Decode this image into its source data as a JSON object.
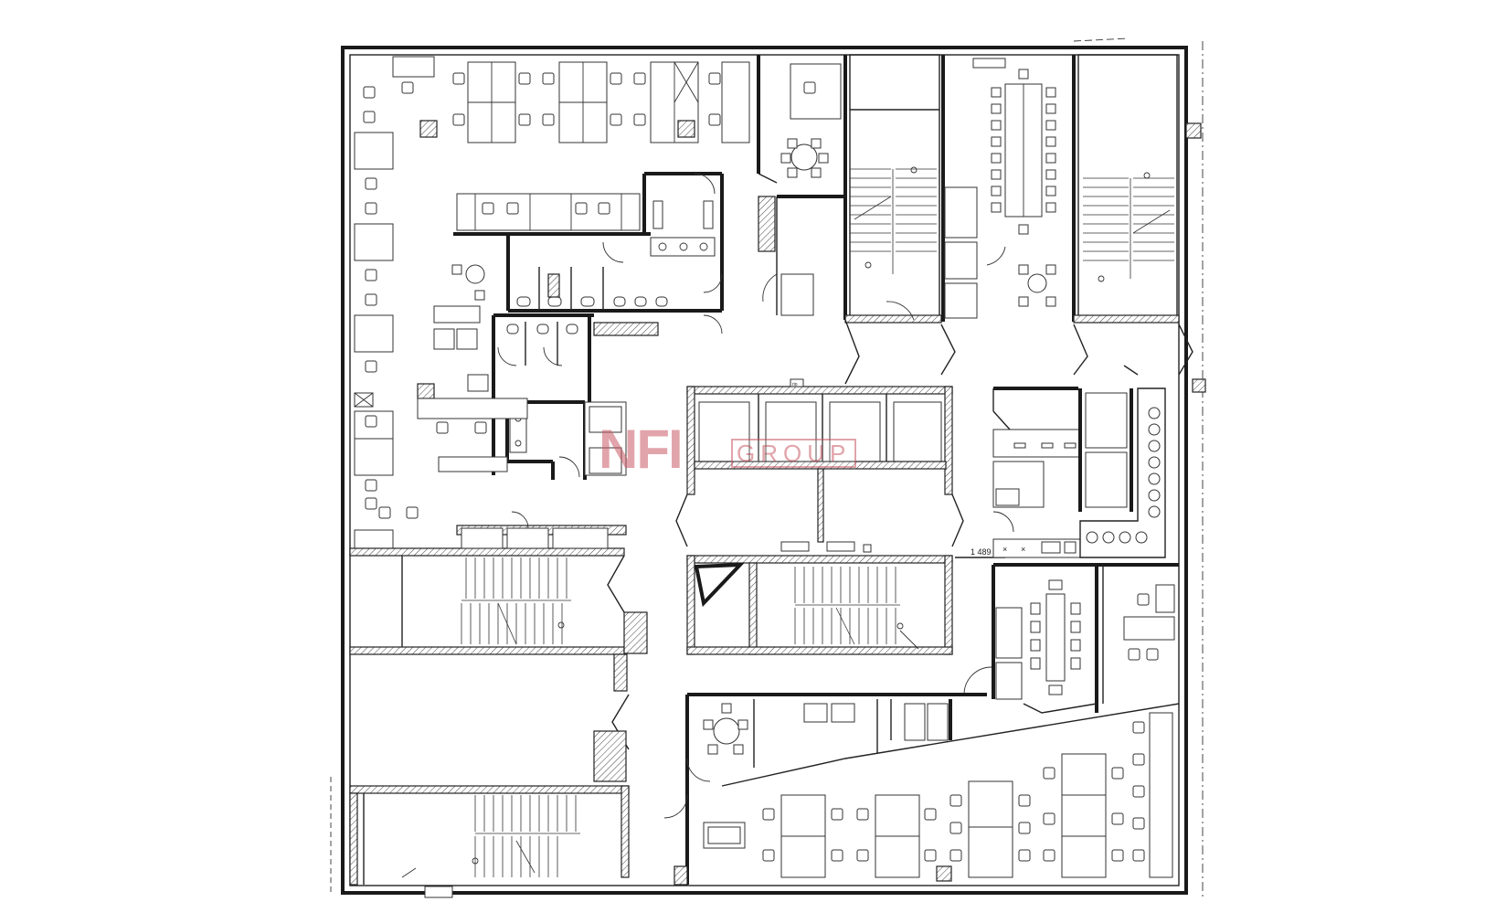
{
  "dimension_label": "1 489",
  "small_label": "rio",
  "watermark": {
    "mark": "NFI",
    "word": "GROUP",
    "color": "#c95a66"
  },
  "colors": {
    "line": "#1a1a1a",
    "background": "#ffffff"
  }
}
